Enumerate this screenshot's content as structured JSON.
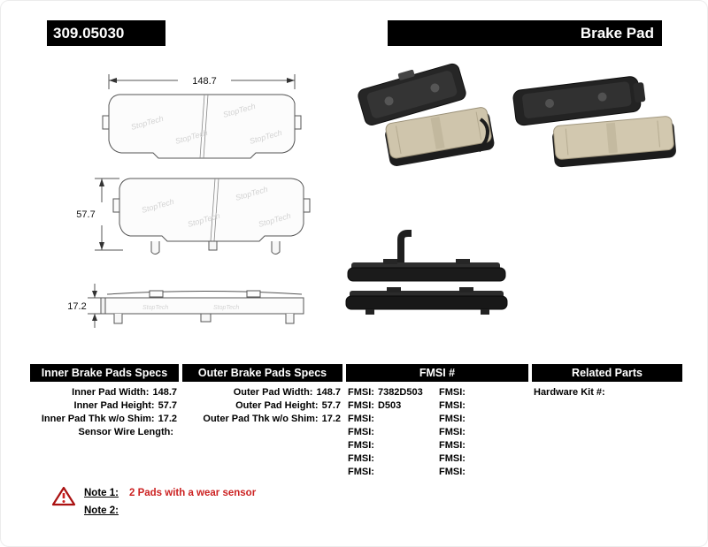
{
  "header": {
    "part_number": "309.05030",
    "product_name": "Brake Pad"
  },
  "diagram": {
    "width_dim": "148.7",
    "height_dim": "57.7",
    "thickness_dim": "17.2",
    "watermark": "StopTech"
  },
  "specs": {
    "inner": {
      "header": "Inner Brake Pads Specs",
      "rows": [
        {
          "label": "Inner Pad Width:",
          "value": "148.7"
        },
        {
          "label": "Inner Pad Height:",
          "value": "57.7"
        },
        {
          "label": "Inner Pad Thk w/o Shim:",
          "value": "17.2"
        },
        {
          "label": "Sensor Wire Length:",
          "value": ""
        }
      ]
    },
    "outer": {
      "header": "Outer Brake Pads Specs",
      "rows": [
        {
          "label": "Outer Pad Width:",
          "value": "148.7"
        },
        {
          "label": "Outer Pad Height:",
          "value": "57.7"
        },
        {
          "label": "Outer Pad Thk w/o Shim:",
          "value": "17.2"
        }
      ]
    },
    "fmsi": {
      "header": "FMSI #",
      "col1": [
        {
          "label": "FMSI:",
          "value": "7382D503"
        },
        {
          "label": "FMSI:",
          "value": "D503"
        },
        {
          "label": "FMSI:",
          "value": ""
        },
        {
          "label": "FMSI:",
          "value": ""
        },
        {
          "label": "FMSI:",
          "value": ""
        },
        {
          "label": "FMSI:",
          "value": ""
        },
        {
          "label": "FMSI:",
          "value": ""
        }
      ],
      "col2": [
        {
          "label": "FMSI:",
          "value": ""
        },
        {
          "label": "FMSI:",
          "value": ""
        },
        {
          "label": "FMSI:",
          "value": ""
        },
        {
          "label": "FMSI:",
          "value": ""
        },
        {
          "label": "FMSI:",
          "value": ""
        },
        {
          "label": "FMSI:",
          "value": ""
        },
        {
          "label": "FMSI:",
          "value": ""
        }
      ]
    },
    "related": {
      "header": "Related Parts",
      "rows": [
        {
          "label": "Hardware Kit #:",
          "value": ""
        }
      ]
    }
  },
  "notes": {
    "note1_label": "Note 1:",
    "note1_text": "2 Pads with a wear sensor",
    "note2_label": "Note 2:",
    "note2_text": ""
  },
  "colors": {
    "header_bar_bg": "#000000",
    "header_bar_text": "#ffffff",
    "note_red": "#cc2222",
    "warning_red": "#aa1111"
  }
}
